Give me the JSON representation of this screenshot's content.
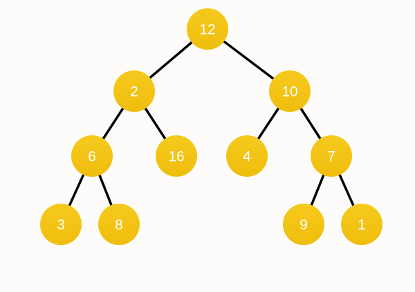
{
  "colors": {
    "background": "#fdfcfb",
    "node_fill_top": "#f5ca1e",
    "node_fill_bottom": "#f0bd0c",
    "node_text": "#ffffff",
    "edge": "#000000"
  },
  "tree": {
    "nodes": [
      {
        "id": "n12",
        "label": "12"
      },
      {
        "id": "n2",
        "label": "2"
      },
      {
        "id": "n10",
        "label": "10"
      },
      {
        "id": "n6",
        "label": "6"
      },
      {
        "id": "n16",
        "label": "16"
      },
      {
        "id": "n4",
        "label": "4"
      },
      {
        "id": "n7",
        "label": "7"
      },
      {
        "id": "n3",
        "label": "3"
      },
      {
        "id": "n8",
        "label": "8"
      },
      {
        "id": "n9",
        "label": "9"
      },
      {
        "id": "n1",
        "label": "1"
      }
    ],
    "edges": [
      {
        "from": "n12",
        "to": "n2"
      },
      {
        "from": "n12",
        "to": "n10"
      },
      {
        "from": "n2",
        "to": "n6"
      },
      {
        "from": "n2",
        "to": "n16"
      },
      {
        "from": "n10",
        "to": "n4"
      },
      {
        "from": "n10",
        "to": "n7"
      },
      {
        "from": "n6",
        "to": "n3"
      },
      {
        "from": "n6",
        "to": "n8"
      },
      {
        "from": "n7",
        "to": "n9"
      },
      {
        "from": "n7",
        "to": "n1"
      }
    ]
  }
}
